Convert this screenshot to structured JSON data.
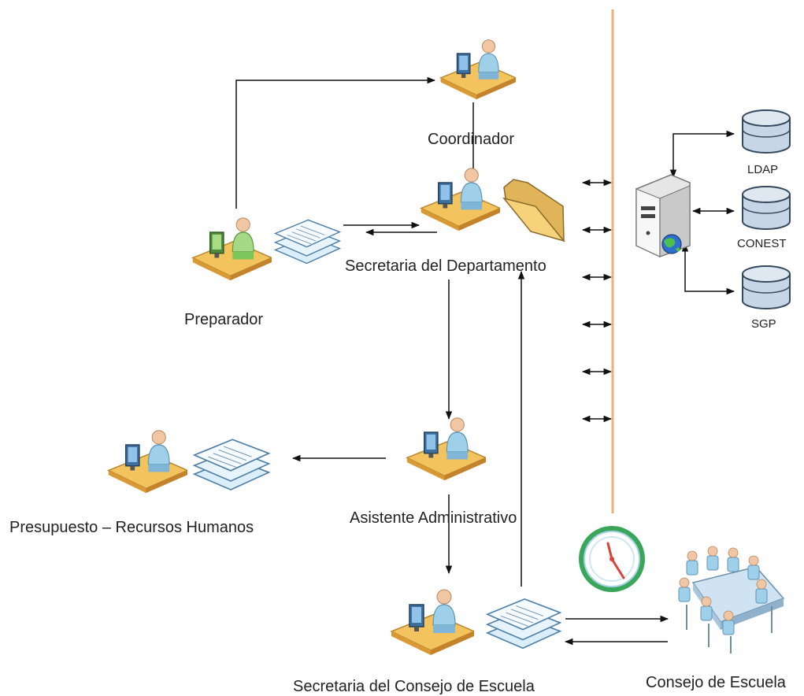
{
  "nodes": {
    "coordinador": "Coordinador",
    "secretaria_departamento": "Secretaria del Departamento",
    "preparador": "Preparador",
    "asistente": "Asistente Administrativo",
    "presupuesto": "Presupuesto – Recursos Humanos",
    "secretaria_consejo": "Secretaria del Consejo de Escuela",
    "consejo": "Consejo de Escuela"
  },
  "databases": {
    "ldap": "LDAP",
    "conest": "CONEST",
    "sgp": "SGP"
  },
  "colors": {
    "bus_line": "#f0b07a",
    "arrow": "#111111",
    "desk": "#f3c45e",
    "person_skin": "#f1c6a2",
    "person_shirt": "#9fd0ea",
    "preparador_green": "#7cc55a",
    "db_fill": "#c7d6e6",
    "clock_ring": "#3aa65a",
    "folder": "#f6d27a",
    "paper": "#dbeefb"
  },
  "icons": [
    "workstation-icon",
    "document-stack-icon",
    "folder-icon",
    "server-icon",
    "globe-icon",
    "database-icon",
    "clock-icon",
    "meeting-icon"
  ]
}
